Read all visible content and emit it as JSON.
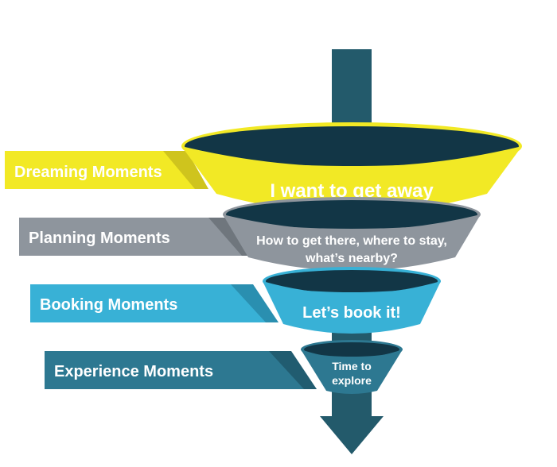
{
  "colors": {
    "yellow": "#f2e925",
    "yellow_dark": "#cfc41d",
    "gray": "#8e959d",
    "gray_dark": "#6f767d",
    "blue": "#38b1d6",
    "blue_dark": "#2a8fb0",
    "teal": "#2d7891",
    "teal_dark": "#215c70",
    "shaft": "#235a6b",
    "ring_inner": "#123646"
  },
  "stages": [
    {
      "label": "Dreaming Moments",
      "funnel_lines": [
        "I want to get away"
      ]
    },
    {
      "label": "Planning Moments",
      "funnel_lines": [
        "How to get there, where to stay,",
        "what’s nearby?"
      ]
    },
    {
      "label": "Booking Moments",
      "funnel_lines": [
        "Let’s book it!"
      ]
    },
    {
      "label": "Experience Moments",
      "funnel_lines": [
        "Time to",
        "explore"
      ]
    }
  ]
}
